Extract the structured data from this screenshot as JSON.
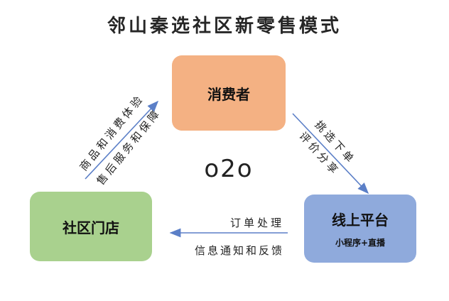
{
  "title": "邻山秦选社区新零售模式",
  "nodes": {
    "consumer": {
      "label": "消费者"
    },
    "store": {
      "label": "社区门店"
    },
    "platform": {
      "label": "线上平台",
      "sublabel": "小程序+直播"
    }
  },
  "center_label": "o2o",
  "edges": {
    "store_to_consumer": [
      "商品和消费体验",
      "售后服务和保障"
    ],
    "consumer_to_platform": [
      "挑选下单",
      "评价分享"
    ],
    "platform_to_store": [
      "订单处理",
      "信息通知和反馈"
    ]
  },
  "colors": {
    "consumer": "#f4b183",
    "store": "#a9d18e",
    "platform": "#8faadc",
    "arrow": "#5b7fc7"
  }
}
